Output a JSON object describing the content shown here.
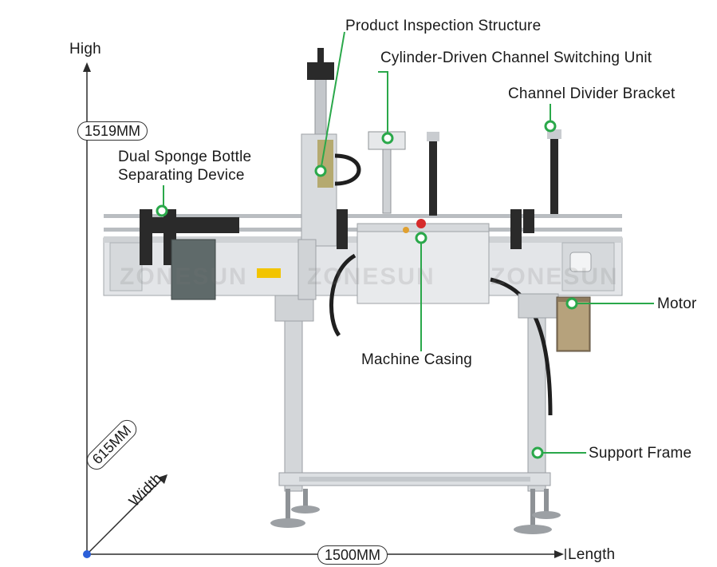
{
  "axes": {
    "vertical_label": "High",
    "height_value": "1519MM",
    "width_label": "Width",
    "width_value": "615MM",
    "length_label": "Length",
    "length_value": "1500MM"
  },
  "callouts": {
    "product_inspection": "Product Inspection Structure",
    "cylinder_switching": "Cylinder-Driven Channel Switching Unit",
    "channel_divider": "Channel Divider Bracket",
    "dual_sponge_line1": "Dual Sponge Bottle",
    "dual_sponge_line2": "Separating Device",
    "motor": "Motor",
    "machine_casing": "Machine Casing",
    "support_frame": "Support Frame"
  },
  "watermark": "ZONESUN",
  "colors": {
    "callout_green": "#2aa84a",
    "axis_blue": "#2b5fd9",
    "steel": "#c9ccd0",
    "dark_part": "#2a2a2a"
  }
}
